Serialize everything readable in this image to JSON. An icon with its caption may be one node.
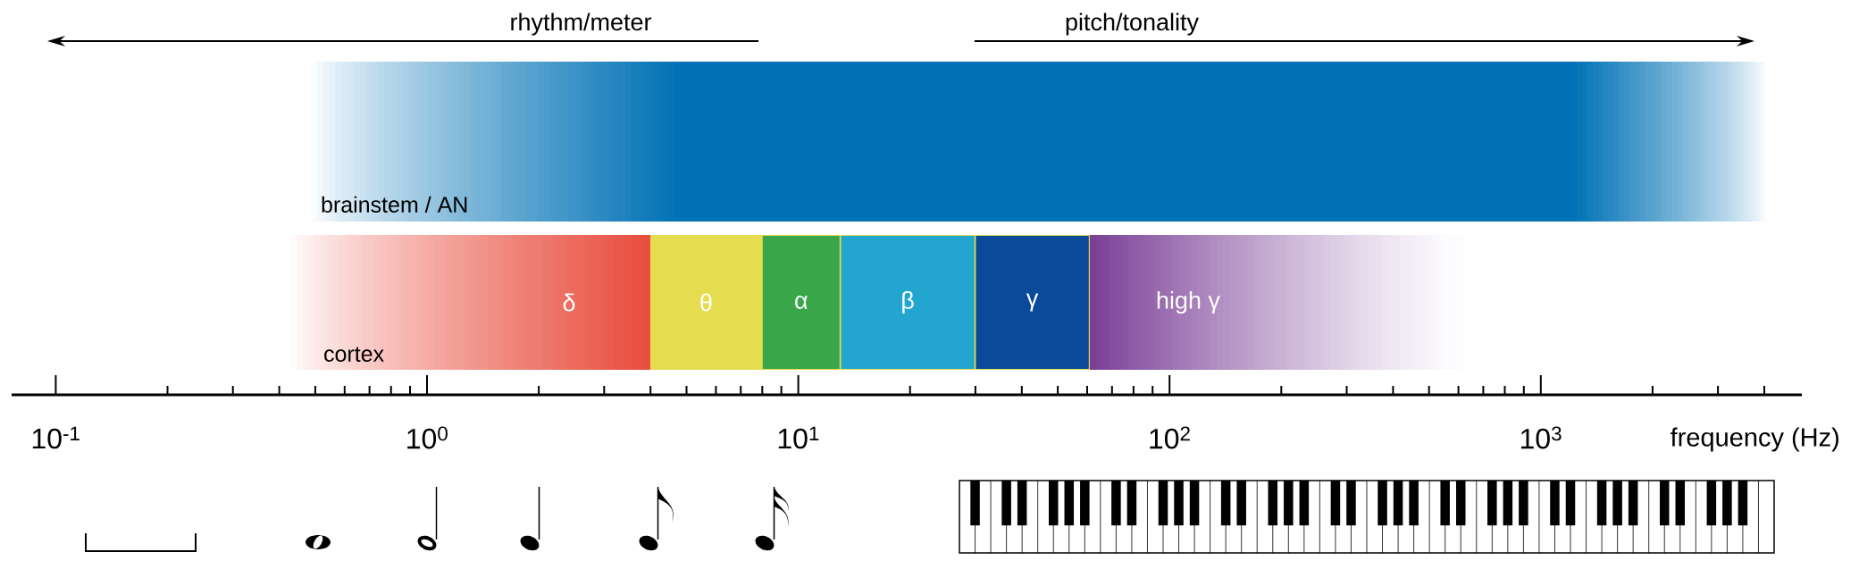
{
  "diagram": {
    "nodes": [
      {
        "text": [
          "brainstem / AN"
        ]
      },
      {
        "text": [
          "cortex"
        ]
      },
      {
        "text": [
          "δ"
        ],
        "in": 1
      },
      {
        "text": [
          "θ"
        ],
        "in": 1
      },
      {
        "text": [
          "α"
        ],
        "in": 1
      },
      {
        "text": [
          "β"
        ],
        "in": 1
      },
      {
        "text": [
          "γ"
        ],
        "in": 1
      },
      {
        "text": [
          "high γ"
        ],
        "in": 1
      }
    ],
    "labels": [
      "rhythm/meter",
      "pitch/tonality",
      "10$^{-1}$",
      "10$^{0}$",
      "10$^{1}$",
      "10$^{2}$",
      "10$^{3}$",
      "frequency (Hz)"
    ]
  }
}
